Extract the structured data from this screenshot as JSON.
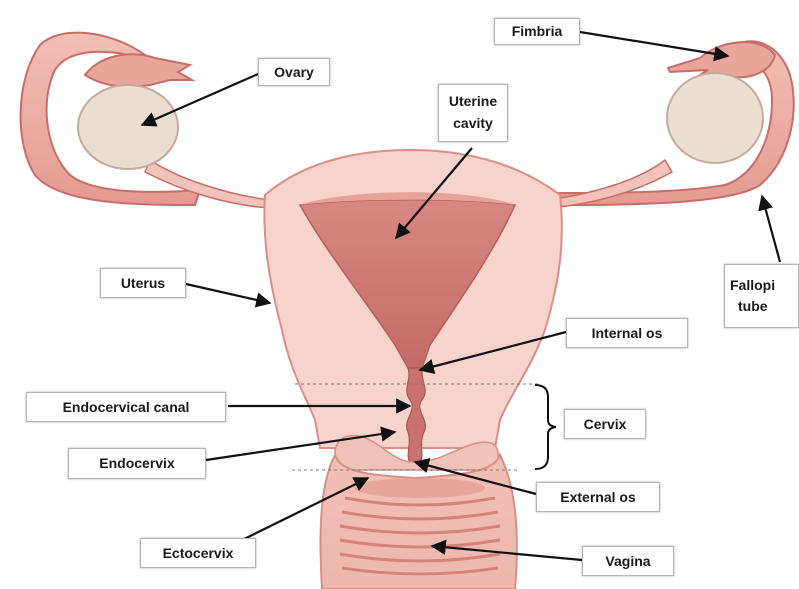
{
  "labels": {
    "ovary": "Ovary",
    "fimbria": "Fimbria",
    "uterine_cavity_line1": "Uterine",
    "uterine_cavity_line2": "cavity",
    "uterus": "Uterus",
    "fallopian_line1": "Fallopi",
    "fallopian_line2": "tube",
    "internal_os": "Internal os",
    "endocervical_canal": "Endocervical canal",
    "cervix": "Cervix",
    "endocervix": "Endocervix",
    "external_os": "External os",
    "ectocervix": "Ectocervix",
    "vagina": "Vagina"
  },
  "colors": {
    "tissue_light": "#f7d3cb",
    "tissue_mid": "#eeb1a8",
    "tissue_dark": "#d87f78",
    "outline": "#c96d68",
    "cavity": "#c9716f",
    "ovary": "#e9ded0",
    "arrow": "#111111"
  }
}
